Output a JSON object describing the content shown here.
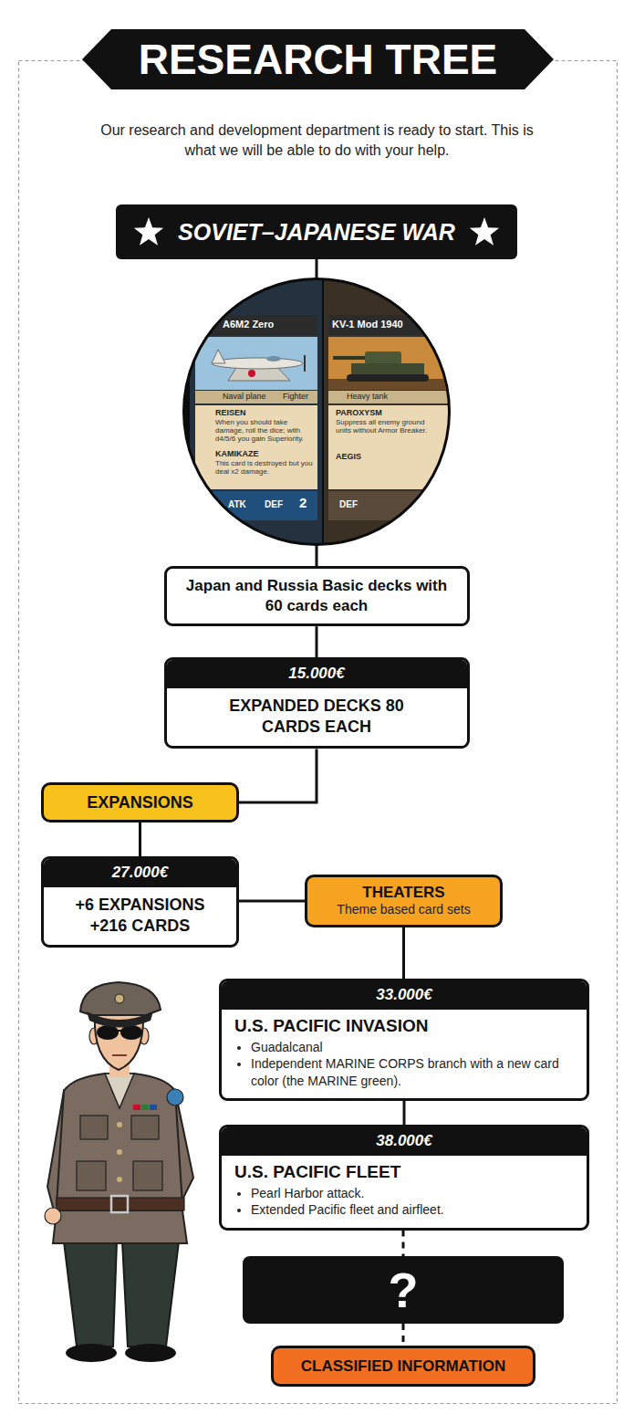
{
  "diagram": {
    "title": "RESEARCH TREE",
    "nodes": [
      {
        "text": [
          "SOVIET–JAPANESE WAR"
        ]
      },
      {
        "text": [
          "Japan and Russia Basic decks with 60 cards each"
        ]
      },
      {
        "text": [
          "15.000€",
          "EXPANDED DECKS 80 CARDS EACH"
        ]
      },
      {
        "text": [
          "EXPANSIONS"
        ]
      },
      {
        "text": [
          "27.000€",
          "+6 EXPANSIONS +216 CARDS"
        ]
      },
      {
        "text": [
          "THEATERS",
          "Theme based card sets"
        ]
      },
      {
        "text": [
          "33.000€",
          "U.S. PACIFIC INVASION",
          "Guadalcanal",
          "Independent MARINE CORPS branch with a new card color (the MARINE green)."
        ]
      },
      {
        "text": [
          "38.000€",
          "U.S. PACIFIC FLEET",
          "Pearl Harbor attack.",
          "Extended Pacific fleet and airfleet."
        ]
      },
      {
        "text": [
          "?"
        ]
      },
      {
        "text": [
          "CLASSIFIED INFORMATION"
        ]
      }
    ],
    "edges": [
      {
        "from": 0,
        "to": 1,
        "arrow": "none"
      },
      {
        "from": 1,
        "to": 2,
        "arrow": "none"
      },
      {
        "from": 2,
        "to": 3,
        "arrow": "none"
      },
      {
        "from": 3,
        "to": 4,
        "arrow": "none"
      },
      {
        "from": 4,
        "to": 5,
        "arrow": "none"
      },
      {
        "from": 5,
        "to": 6,
        "arrow": "none"
      },
      {
        "from": 6,
        "to": 7,
        "arrow": "none"
      },
      {
        "from": 7,
        "to": 8,
        "arrow": "none"
      },
      {
        "from": 8,
        "to": 9,
        "arrow": "none"
      }
    ],
    "labels": [
      "Our research and development department is ready to start. This is what we will be able to do with your help.",
      "A6M2 Zero",
      "Naval plane",
      "Fighter",
      "REISEN",
      "When you should take damage, roll the dice; with d4/5/6 you gain Superiority.",
      "KAMIKAZE",
      "This card is destroyed but you deal x2 damage.",
      "ATK",
      "DEF",
      "2",
      "KV-1 Mod 1940",
      "Heavy tank",
      "PAROXYSM",
      "Suppress all enemy ground units without Armor Breaker.",
      "AEGIS",
      "DEF"
    ]
  }
}
